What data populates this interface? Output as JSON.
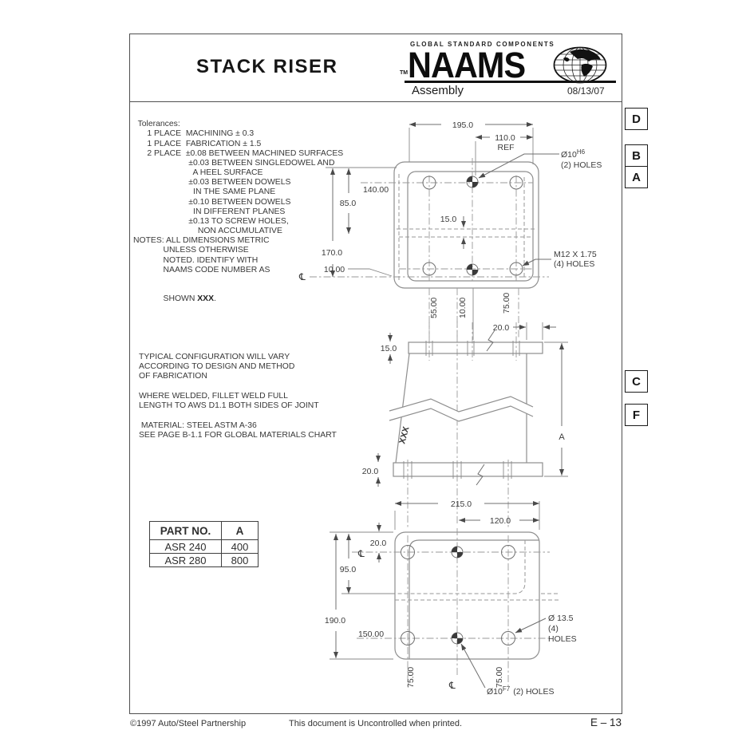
{
  "header": {
    "title": "STACK RISER",
    "tagline": "GLOBAL STANDARD COMPONENTS",
    "tm": "TM",
    "brand": "NAAMS",
    "subtitle": "Assembly",
    "date": "08/13/07"
  },
  "margin": {
    "d": "D",
    "b": "B",
    "a": "A",
    "c": "C",
    "f": "F"
  },
  "tolerances": {
    "lines": [
      "  Tolerances:",
      "      1 PLACE  MACHINING ± 0.3",
      "      1 PLACE  FABRICATION ± 1.5",
      "      2 PLACE  ±0.08 BETWEEN MACHINED SURFACES",
      "                        ±0.03 BETWEEN SINGLEDOWEL AND",
      "                          A HEEL SURFACE",
      "                        ±0.03 BETWEEN DOWELS",
      "                          IN THE SAME PLANE",
      "                        ±0.10 BETWEEN DOWELS",
      "                          IN DIFFERENT PLANES",
      "                        ±0.13 TO SCREW HOLES,",
      "                            NON ACCUMULATIVE",
      "NOTES: ALL DIMENSIONS METRIC",
      "             UNLESS OTHERWISE",
      "             NOTED. IDENTIFY WITH",
      "             NAAMS CODE NUMBER AS"
    ],
    "shown_prefix": "             SHOWN ",
    "shown_xxx": "XXX",
    "shown_suffix": "."
  },
  "notes": {
    "lines": [
      "TYPICAL CONFIGURATION WILL VARY",
      "ACCORDING TO DESIGN AND METHOD",
      "OF FABRICATION",
      "",
      "WHERE WELDED, FILLET WELD FULL",
      "LENGTH TO AWS D1.1 BOTH SIDES OF JOINT",
      "",
      " MATERIAL: STEEL ASTM A-36",
      "SEE PAGE B-1.1 FOR GLOBAL MATERIALS CHART"
    ]
  },
  "table": {
    "headers": [
      "PART NO.",
      "A"
    ],
    "rows": [
      [
        "ASR 240",
        "400"
      ],
      [
        "ASR 280",
        "800"
      ]
    ]
  },
  "views": {
    "top": {
      "w195": "195.0",
      "w110": "110.0",
      "ref": "REF",
      "hole": "Ø10",
      "hole_sup": "H6",
      "hole_qty": "(2) HOLES",
      "d140": "140.00",
      "d85": "85.0",
      "d170": "170.0",
      "d15": "15.0",
      "d10": "10.00",
      "thread": "M12 X 1.75",
      "thread_qty": "(4) HOLES",
      "c55": "55.00",
      "c10": "10.00",
      "c75": "75.00",
      "cl": "℄"
    },
    "side": {
      "t15": "15.0",
      "o20": "20.0",
      "b20": "20.0",
      "a": "A",
      "code": "XXX"
    },
    "bottom": {
      "w215": "215.0",
      "w120": "120.0",
      "t20": "20.0",
      "d95": "95.0",
      "d190": "190.0",
      "d150": "150.00",
      "hole_d": "Ø 13.5",
      "hole_q1": "(4)",
      "hole_q2": "HOLES",
      "dowel": "Ø10",
      "dowel_sup": "F7",
      "dowel_qty": "(2) HOLES",
      "c75l": "75.00",
      "c75r": "75.00",
      "cl": "℄",
      "cl2": "℄"
    }
  },
  "footer": {
    "copyright": "©1997 Auto/Steel Partnership",
    "notice": "This document is Uncontrolled when printed.",
    "page": "E – 13"
  }
}
